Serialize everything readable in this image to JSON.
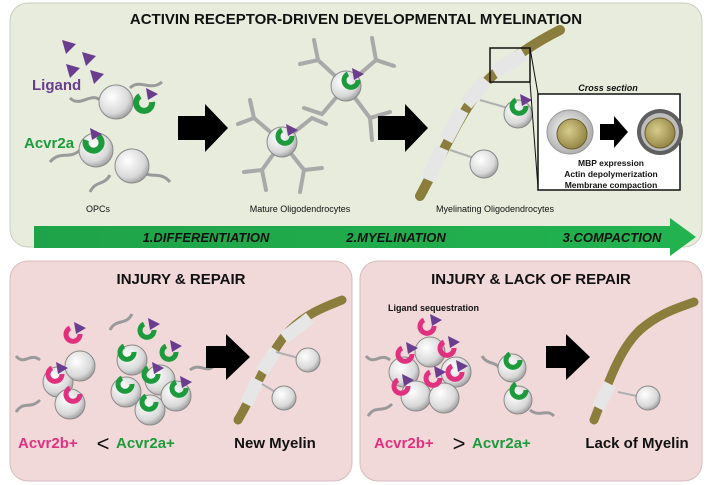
{
  "top_panel": {
    "title": "ACTIVIN RECEPTOR-DRIVEN DEVELOPMENTAL MYELINATION",
    "ligand_label": "Ligand",
    "receptor_label": "Acvr2a",
    "stage_labels": [
      "OPCs",
      "Mature Oligodendrocytes",
      "Myelinating Oligodendrocytes"
    ],
    "cross_section": {
      "title": "Cross section",
      "notes": [
        "MBP expression",
        "Actin depolymerization",
        "Membrane compaction"
      ]
    },
    "timeline": [
      "1.DIFFERENTIATION",
      "2.MYELINATION",
      "3.COMPACTION"
    ]
  },
  "repair_panel": {
    "title": "INJURY & REPAIR",
    "left_receptor": "Acvr2b+",
    "comparator": "<",
    "right_receptor": "Acvr2a+",
    "outcome": "New Myelin"
  },
  "no_repair_panel": {
    "title": "INJURY & LACK OF REPAIR",
    "note": "Ligand sequestration",
    "left_receptor": "Acvr2b+",
    "comparator": ">",
    "right_receptor": "Acvr2a+",
    "outcome": "Lack of Myelin"
  },
  "colors": {
    "top_bg": "#e7ecdc",
    "bottom_bg": "#f2d9d9",
    "ligand": "#6a3d8f",
    "acvr2a": "#1d9a3c",
    "acvr2b": "#e0317f",
    "timeline": "#1fa349",
    "axon": "#8b7d3c"
  }
}
